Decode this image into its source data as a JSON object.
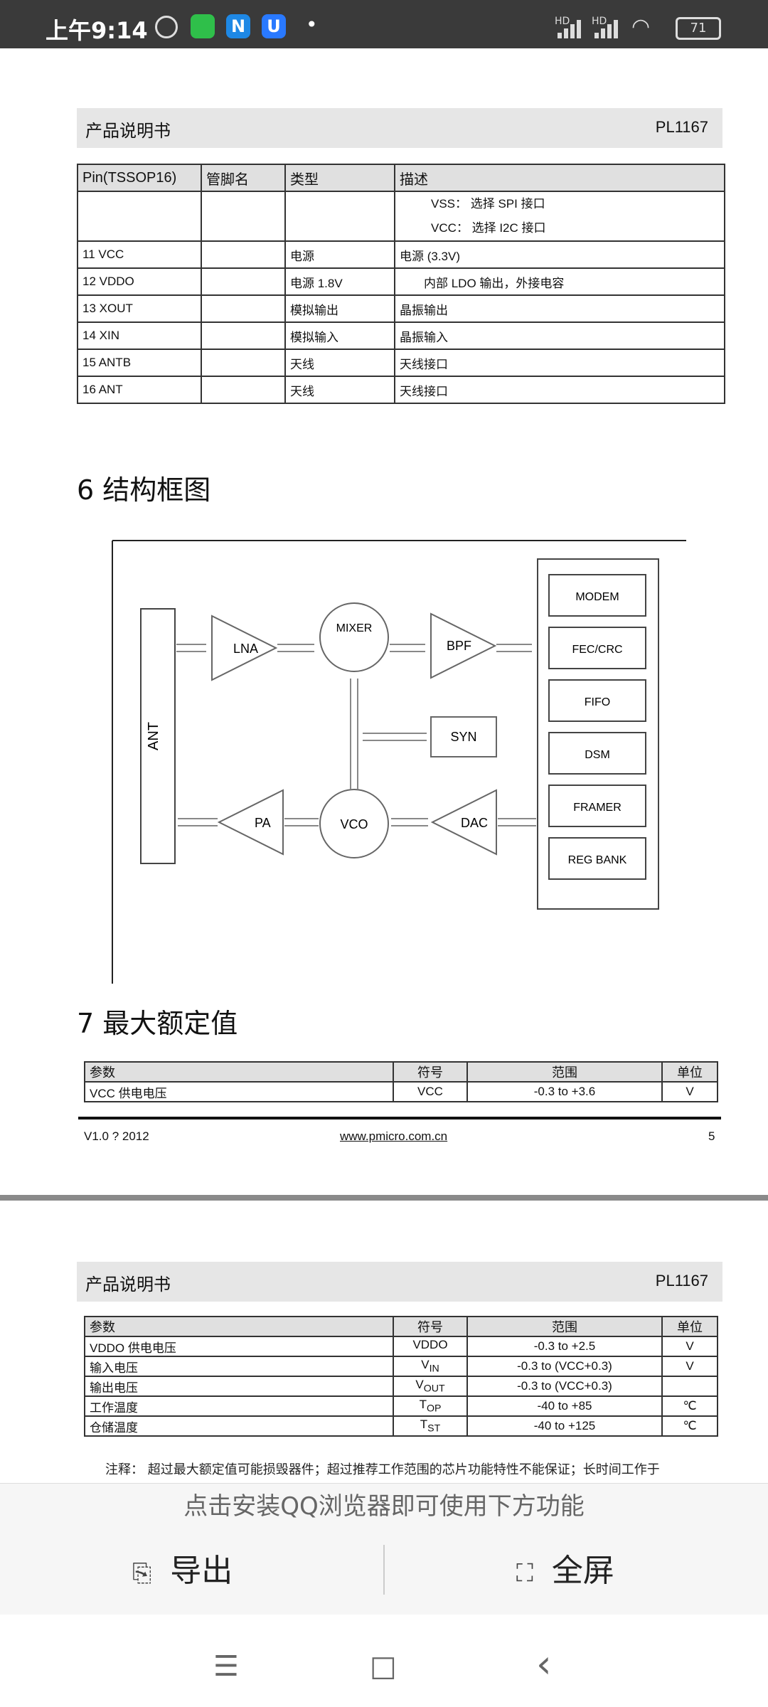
{
  "status_bar": {
    "time": "上午9:14",
    "signal1_label": "HD",
    "signal2_label": "HD",
    "battery": "71",
    "icons": [
      "alarm-icon",
      "wechat-icon",
      "n-app-icon",
      "u-app-icon"
    ]
  },
  "page1": {
    "header_left": "产品说明书",
    "header_right": "PL1167",
    "pin_table": {
      "headers": [
        "Pin(TSSOP16)",
        "管脚名",
        "类型",
        "描述"
      ],
      "top_desc_line1": "VSS：  选择  SPI 接口",
      "top_desc_line2": "VCC：  选择  I2C 接口",
      "rows": [
        {
          "pin": "11 VCC",
          "name": "",
          "type": "电源",
          "desc": "电源 (3.3V)"
        },
        {
          "pin": "12 VDDO",
          "name": "",
          "type": "电源  1.8V",
          "desc": "内部 LDO 输出，外接电容"
        },
        {
          "pin": "13 XOUT",
          "name": "",
          "type": "模拟输出",
          "desc": "晶振输出"
        },
        {
          "pin": "14 XIN",
          "name": "",
          "type": "模拟输入",
          "desc": "晶振输入"
        },
        {
          "pin": "15 ANTB",
          "name": "",
          "type": "天线",
          "desc": "天线接口"
        },
        {
          "pin": "16 ANT",
          "name": "",
          "type": "天线",
          "desc": "天线接口"
        }
      ]
    },
    "section6_title": "6 结构框图",
    "diagram": {
      "ant": "ANT",
      "lna": "LNA",
      "mixer": "MIXER",
      "bpf": "BPF",
      "syn": "SYN",
      "vco": "VCO",
      "pa": "PA",
      "dac": "DAC",
      "blocks": [
        "MODEM",
        "FEC/CRC",
        "FIFO",
        "DSM",
        "FRAMER",
        "REG BANK"
      ]
    },
    "section7_title": "7 最大额定值",
    "ratings_headers": [
      "参数",
      "符号",
      "范围",
      "单位"
    ],
    "ratings_rows": [
      {
        "param": "VCC  供电电压",
        "symbol": "VCC",
        "range": "-0.3 to +3.6",
        "unit": "V"
      }
    ],
    "footer_left": "V1.0 ? 2012",
    "footer_center": "www.pmicro.com.cn",
    "footer_right": "5"
  },
  "page2": {
    "header_left": "产品说明书",
    "header_right": "PL1167",
    "ratings_headers": [
      "参数",
      "符号",
      "范围",
      "单位"
    ],
    "rows": [
      {
        "param": "VDDO  供电电压",
        "symbol": "VDDO",
        "sub": "",
        "range": "-0.3 to +2.5",
        "unit": "V"
      },
      {
        "param": "输入电压",
        "symbol": "V",
        "sub": "IN",
        "range": "-0.3 to (VCC+0.3)",
        "unit": "V"
      },
      {
        "param": "输出电压",
        "symbol": "V",
        "sub": "OUT",
        "range": "-0.3 to (VCC+0.3)",
        "unit": ""
      },
      {
        "param": "工作温度",
        "symbol": "T",
        "sub": "OP",
        "range": "-40 to +85",
        "unit": "℃"
      },
      {
        "param": "仓储温度",
        "symbol": "T",
        "sub": "ST",
        "range": "-40 to +125",
        "unit": "℃"
      }
    ],
    "note": "注释：  超过最大额定值可能损毁器件；超过推荐工作范围的芯片功能特性不能保证；长时间工作于"
  },
  "qq_bar": {
    "prompt": "点击安装QQ浏览器即可使用下方功能",
    "export_label": "导出",
    "fullscreen_label": "全屏"
  },
  "nav_bar": {
    "menu": "☰",
    "home": "□",
    "back": "‹"
  }
}
